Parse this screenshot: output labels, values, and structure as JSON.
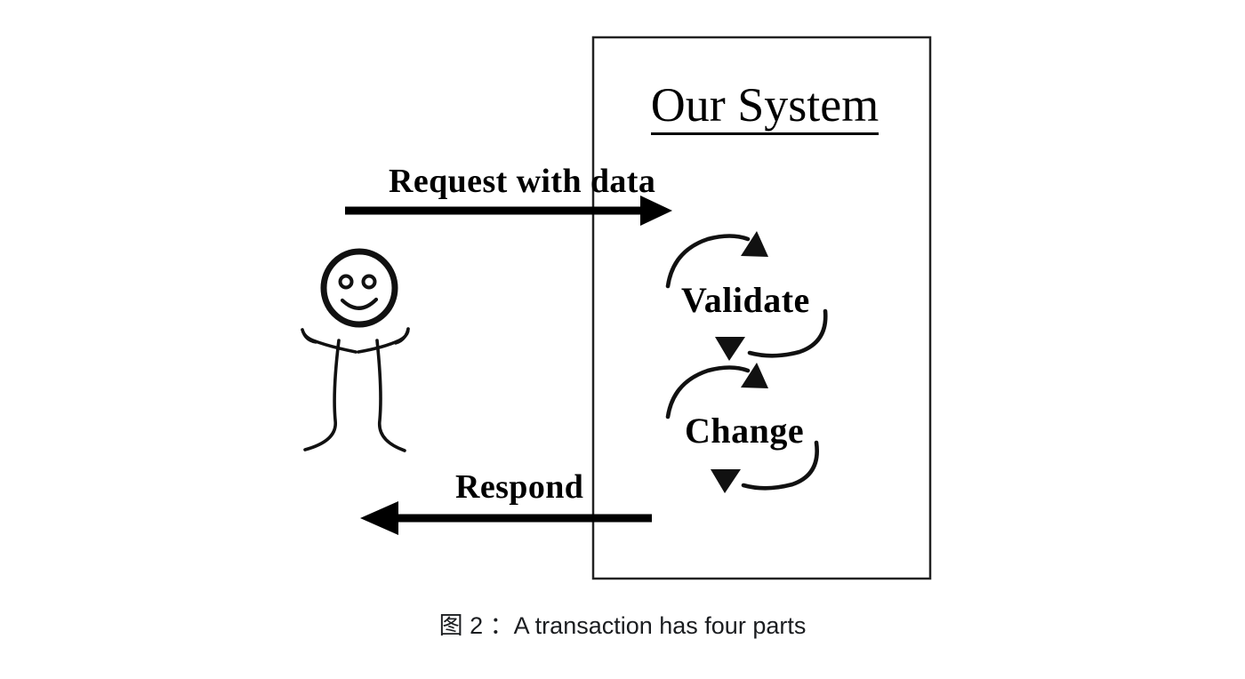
{
  "figure": {
    "caption": "图 2 ：A transaction has four parts",
    "background_color": "#ffffff",
    "ink_color": "#000000",
    "caption_color": "#1b1d20"
  },
  "system_box": {
    "title": "Our System",
    "title_underlined": true,
    "border_color": "#222222"
  },
  "actor": {
    "name": "smiling-stick-figure",
    "expression": "smile"
  },
  "flows": [
    {
      "id": "request",
      "label": "Request with data",
      "direction": "right",
      "from": "user",
      "to": "system"
    },
    {
      "id": "respond",
      "label": "Respond",
      "direction": "left",
      "from": "system",
      "to": "user"
    }
  ],
  "internal_steps": [
    {
      "id": "validate",
      "label": "Validate",
      "loop": "circular-arrow"
    },
    {
      "id": "change",
      "label": "Change",
      "loop": "circular-arrow"
    }
  ]
}
